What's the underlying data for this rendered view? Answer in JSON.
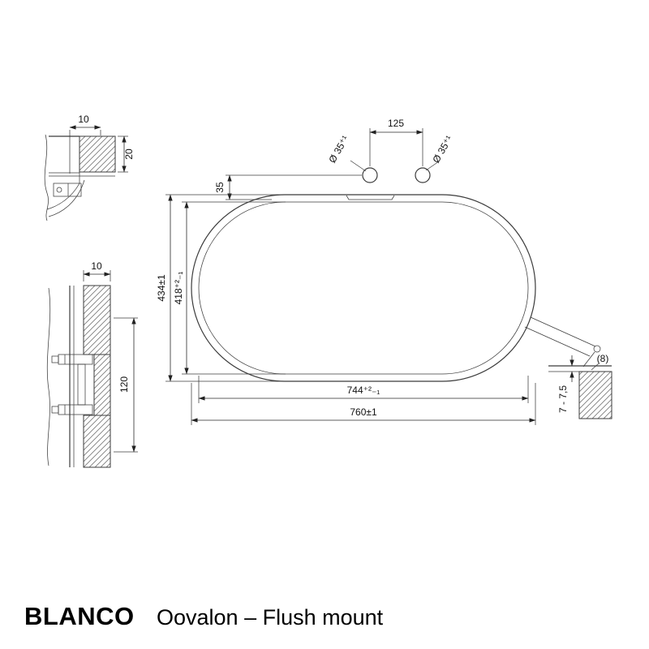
{
  "footer": {
    "brand": "BLANCO",
    "title": "Oovalon – Flush mount"
  },
  "dims": {
    "hole_diameter_left": "Ø 35⁺¹",
    "hole_diameter_right": "Ø 35⁺¹",
    "hole_spacing": "125",
    "hole_offset": "35",
    "outer_height": "434±1",
    "cutout_height": "418⁺²₋₁",
    "cutout_width": "744⁺²₋₁",
    "outer_width": "760±1",
    "detail_top_rebate_width": "10",
    "detail_top_depth": "20",
    "detail_side_width": "10",
    "detail_side_spacing": "120",
    "edge_depth": "7 - 7,5",
    "edge_radius": "(8)"
  },
  "colors": {
    "line": "#3b3b3b",
    "text": "#111111"
  }
}
